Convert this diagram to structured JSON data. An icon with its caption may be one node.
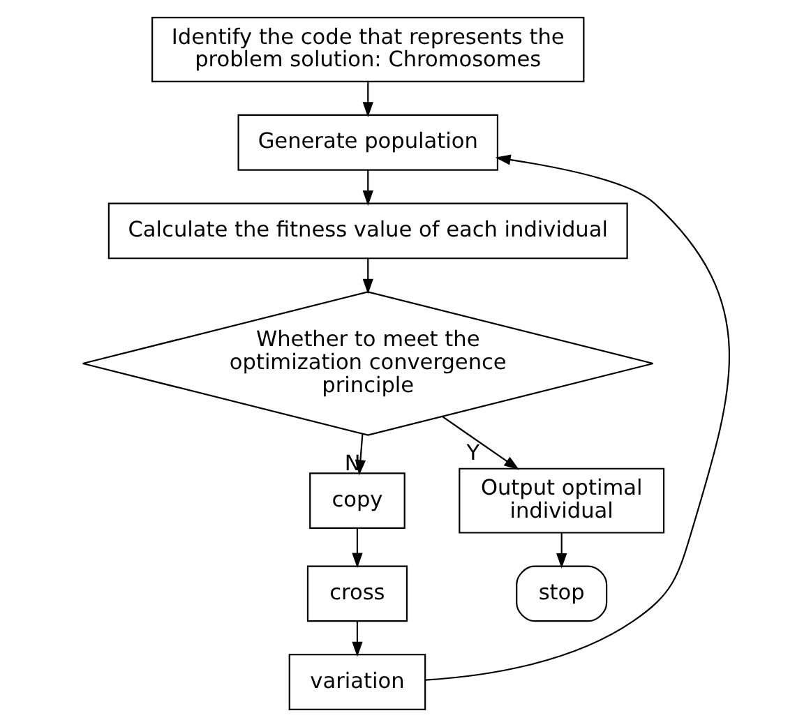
{
  "diagram": {
    "nodes": [
      {
        "text": [
          "Identify the code that represents the problem solution: Chromosomes"
        ]
      },
      {
        "text": [
          "Generate population"
        ]
      },
      {
        "text": [
          "Calculate the fitness value of each individual"
        ]
      },
      {
        "text": [
          "Whether to meet the optimization convergence principle"
        ]
      },
      {
        "text": [
          "copy"
        ]
      },
      {
        "text": [
          "cross"
        ]
      },
      {
        "text": [
          "variation"
        ]
      },
      {
        "text": [
          "Output optimal individual"
        ]
      },
      {
        "text": [
          "stop"
        ]
      }
    ],
    "edges": [
      {
        "from": 0,
        "to": 1,
        "arrow": "to"
      },
      {
        "from": 1,
        "to": 2,
        "arrow": "to"
      },
      {
        "from": 2,
        "to": 3,
        "arrow": "to"
      },
      {
        "from": 3,
        "to": 4,
        "arrow": "to",
        "label": "N"
      },
      {
        "from": 4,
        "to": 5,
        "arrow": "to"
      },
      {
        "from": 5,
        "to": 6,
        "arrow": "to"
      },
      {
        "from": 6,
        "to": 1,
        "arrow": "to"
      },
      {
        "from": 3,
        "to": 7,
        "arrow": "to",
        "label": "Y"
      },
      {
        "from": 7,
        "to": 8,
        "arrow": "to"
      }
    ]
  }
}
